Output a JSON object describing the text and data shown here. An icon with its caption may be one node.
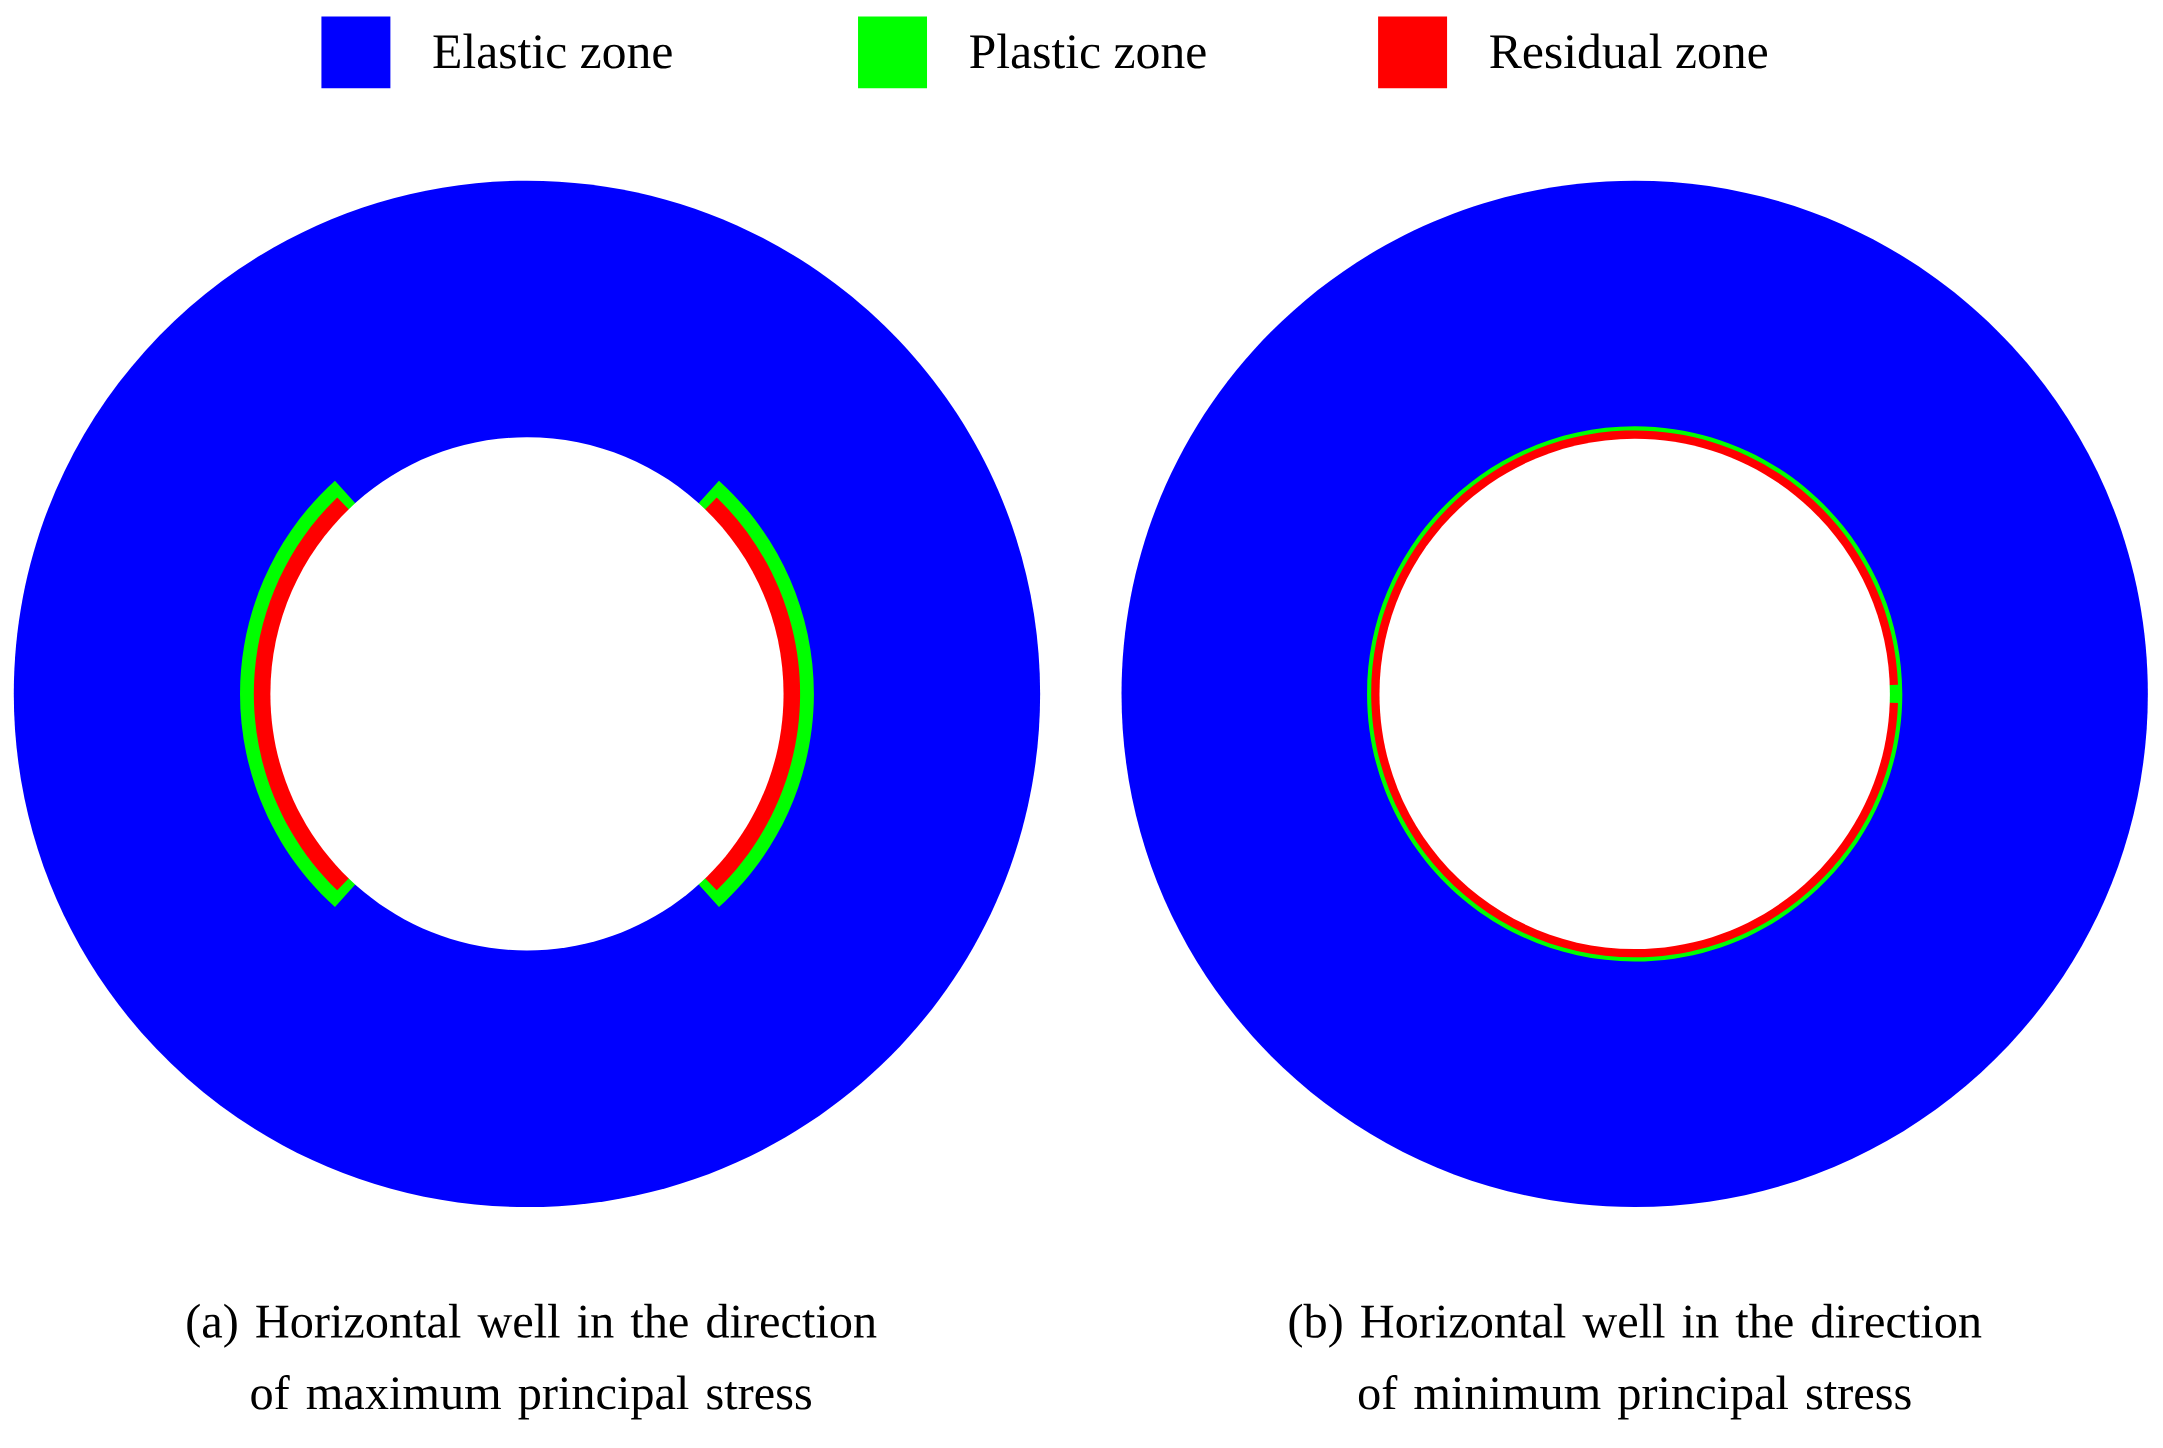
{
  "diagram": {
    "labels": [
      "(a) Horizontal well in the direction of maximum principal stress",
      "(b) Horizontal well in the direction of minimum principal stress"
    ],
    "legend": [
      {
        "text": "Elastic zone",
        "color": "#0000ff"
      },
      {
        "text": "Plastic zone",
        "color": "#00ff00"
      },
      {
        "text": "Residual zone",
        "color": "#ff0000"
      }
    ]
  }
}
